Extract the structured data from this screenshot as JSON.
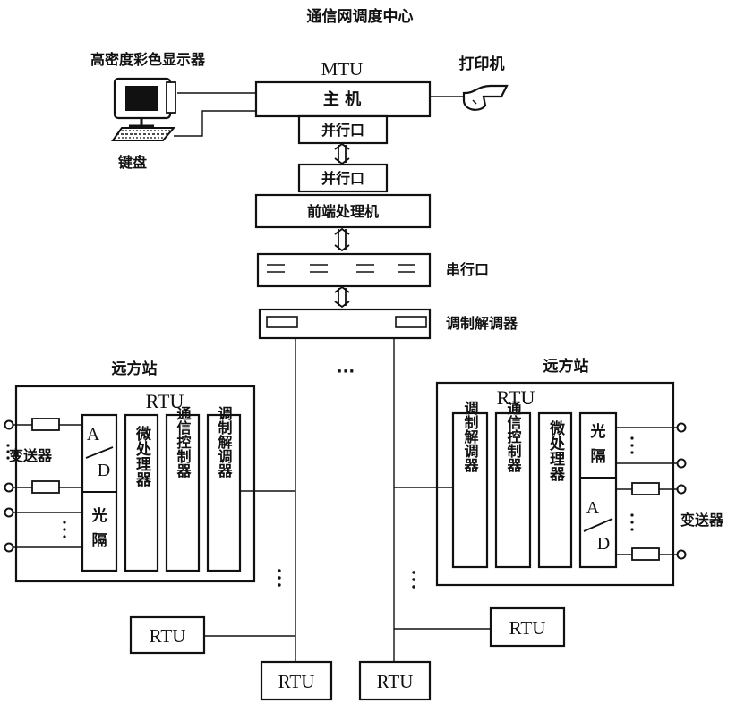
{
  "title": "通信网调度中心",
  "mtu": {
    "label": "MTU",
    "host": "主    机",
    "parallel_port_upper": "并行口",
    "parallel_port_lower": "并行口",
    "front_end_processor": "前端处理机",
    "serial_port": "串行口",
    "modem": "调制解调器"
  },
  "peripherals": {
    "display": "高密度彩色显示器",
    "keyboard": "键盘",
    "printer": "打印机"
  },
  "left_station": {
    "title": "远方站",
    "rtu_label": "RTU",
    "ad": [
      "A",
      "D"
    ],
    "opto": [
      "光",
      "隔"
    ],
    "transmitter": "变送器",
    "modules": [
      "微处理器",
      "通信控制器",
      "调制解调器"
    ]
  },
  "right_station": {
    "title": "远方站",
    "rtu_label": "RTU",
    "ad": [
      "A",
      "D"
    ],
    "opto": [
      "光",
      "隔"
    ],
    "transmitter": "变送器",
    "modules": [
      "调制解调器",
      "通信控制器",
      "微处理器"
    ]
  },
  "ellipsis_mid": "···",
  "remote_rtus": [
    "RTU",
    "RTU",
    "RTU",
    "RTU"
  ]
}
